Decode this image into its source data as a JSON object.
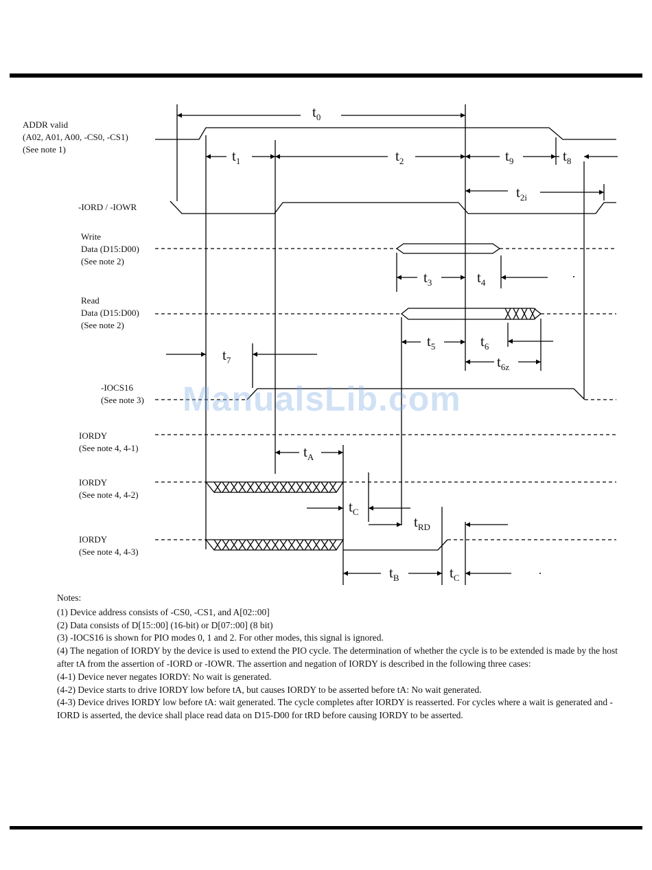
{
  "signals": {
    "addr": [
      "ADDR valid",
      "(A02, A01, A00, -CS0, -CS1)",
      "(See note 1)"
    ],
    "iord": [
      "-IORD / -IOWR"
    ],
    "write": [
      "Write",
      "Data (D15:D00)",
      "(See note 2)"
    ],
    "read": [
      "Read",
      "Data (D15:D00)",
      "(See note 2)"
    ],
    "iocs16": [
      "-IOCS16",
      "(See note 3)"
    ],
    "iordy1": [
      "IORDY",
      "(See note 4, 4-1)"
    ],
    "iordy2": [
      "IORDY",
      "(See note 4, 4-2)"
    ],
    "iordy3": [
      "IORDY",
      "(See note 4, 4-3)"
    ]
  },
  "timing": {
    "t0": {
      "base": "t",
      "sub": "0"
    },
    "t1": {
      "base": "t",
      "sub": "1"
    },
    "t2": {
      "base": "t",
      "sub": "2"
    },
    "t9": {
      "base": "t",
      "sub": "9"
    },
    "t8": {
      "base": "t",
      "sub": "8"
    },
    "t2i": {
      "base": "t",
      "sub": "2i"
    },
    "t3": {
      "base": "t",
      "sub": "3"
    },
    "t4": {
      "base": "t",
      "sub": "4"
    },
    "t5": {
      "base": "t",
      "sub": "5"
    },
    "t6": {
      "base": "t",
      "sub": "6"
    },
    "t6z": {
      "base": "t",
      "sub": "6z"
    },
    "t7": {
      "base": "t",
      "sub": "7"
    },
    "tA": {
      "base": "t",
      "sub": "A"
    },
    "tC1": {
      "base": "t",
      "sub": "C"
    },
    "tRD": {
      "base": "t",
      "sub": "RD"
    },
    "tB": {
      "base": "t",
      "sub": "B"
    },
    "tC2": {
      "base": "t",
      "sub": "C"
    }
  },
  "notes": {
    "title": "Notes:",
    "items": [
      "(1) Device address consists of -CS0, -CS1, and A[02::00]",
      "(2) Data consists of D[15::00] (16-bit) or D[07::00] (8 bit)",
      "(3) -IOCS16 is shown for PIO modes 0, 1 and 2.  For other modes, this signal is ignored.",
      "(4) The negation of IORDY by the device is used to extend the PIO cycle.  The determination of whether the cycle is to be extended is made by the host after tA from the assertion of -IORD or -IOWR.  The assertion and negation of IORDY is described in the following three cases:",
      "(4-1) Device never negates IORDY:  No wait is generated.",
      "(4-2) Device starts to drive IORDY low before tA, but causes IORDY to be asserted before tA: No wait generated.",
      "(4-3) Device drives IORDY low before tA:  wait generated.  The cycle completes after IORDY is reasserted.  For cycles where a wait is generated and -IORD is asserted, the device shall place read data on D15-D00 for tRD before causing IORDY to be asserted."
    ]
  },
  "watermark": "ManualsLib.com"
}
